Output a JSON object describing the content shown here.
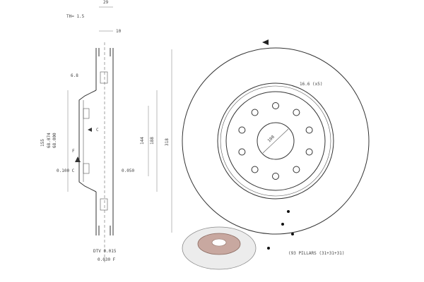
{
  "side_view": {
    "dim_top_width": "29",
    "dim_th": "TH= 1.5",
    "dim_10": "10",
    "dim_6_8": "6.8",
    "dim_155": "155",
    "dim_68_074": "68.074",
    "dim_68_000": "68.000",
    "label_c": "C",
    "label_f": "F",
    "dim_left_tol": "0.100 C",
    "dim_right_tol": "0.050",
    "dim_144": "144",
    "dim_188": "188",
    "dim_bottom_1": "DTV 0.015",
    "dim_bottom_2": "0.030 F"
  },
  "front_view": {
    "dim_318": "318",
    "dim_holes": "16.6 (x5)",
    "dim_center": "108",
    "pillars_note": "(93 PILLARS (31+31+31)"
  },
  "colors": {
    "line": "#333333",
    "text": "#444444",
    "disc_shade": "#d8d8d8",
    "hub_shade": "#c8a8a0",
    "hub_rim": "#8a6a60"
  },
  "icons": {
    "rotation_arrow": "rotation-arrow-icon"
  }
}
